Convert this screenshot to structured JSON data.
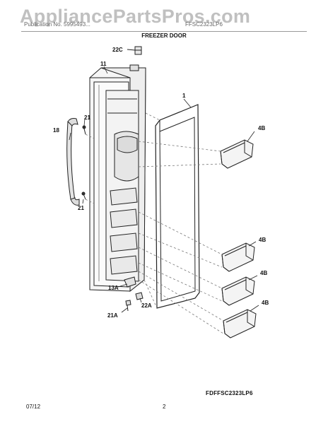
{
  "watermark": "AppliancePartsPros.com",
  "header": {
    "left_text": "Publication No. 5995493...",
    "right_text": "FFSC2323LP6",
    "title": "FREEZER DOOR"
  },
  "callouts": {
    "c22c": "22C",
    "c11": "11",
    "c1": "1",
    "c21_top": "21",
    "c18": "18",
    "c21_bottom": "21",
    "c4b_1": "4B",
    "c4b_2": "4B",
    "c4b_3": "4B",
    "c4b_4": "4B",
    "c13a": "13A",
    "c22a": "22A",
    "c21a": "21A"
  },
  "catalog_code": "FDFFSC2323LP6",
  "footer": {
    "date": "07/12",
    "page": "2"
  }
}
